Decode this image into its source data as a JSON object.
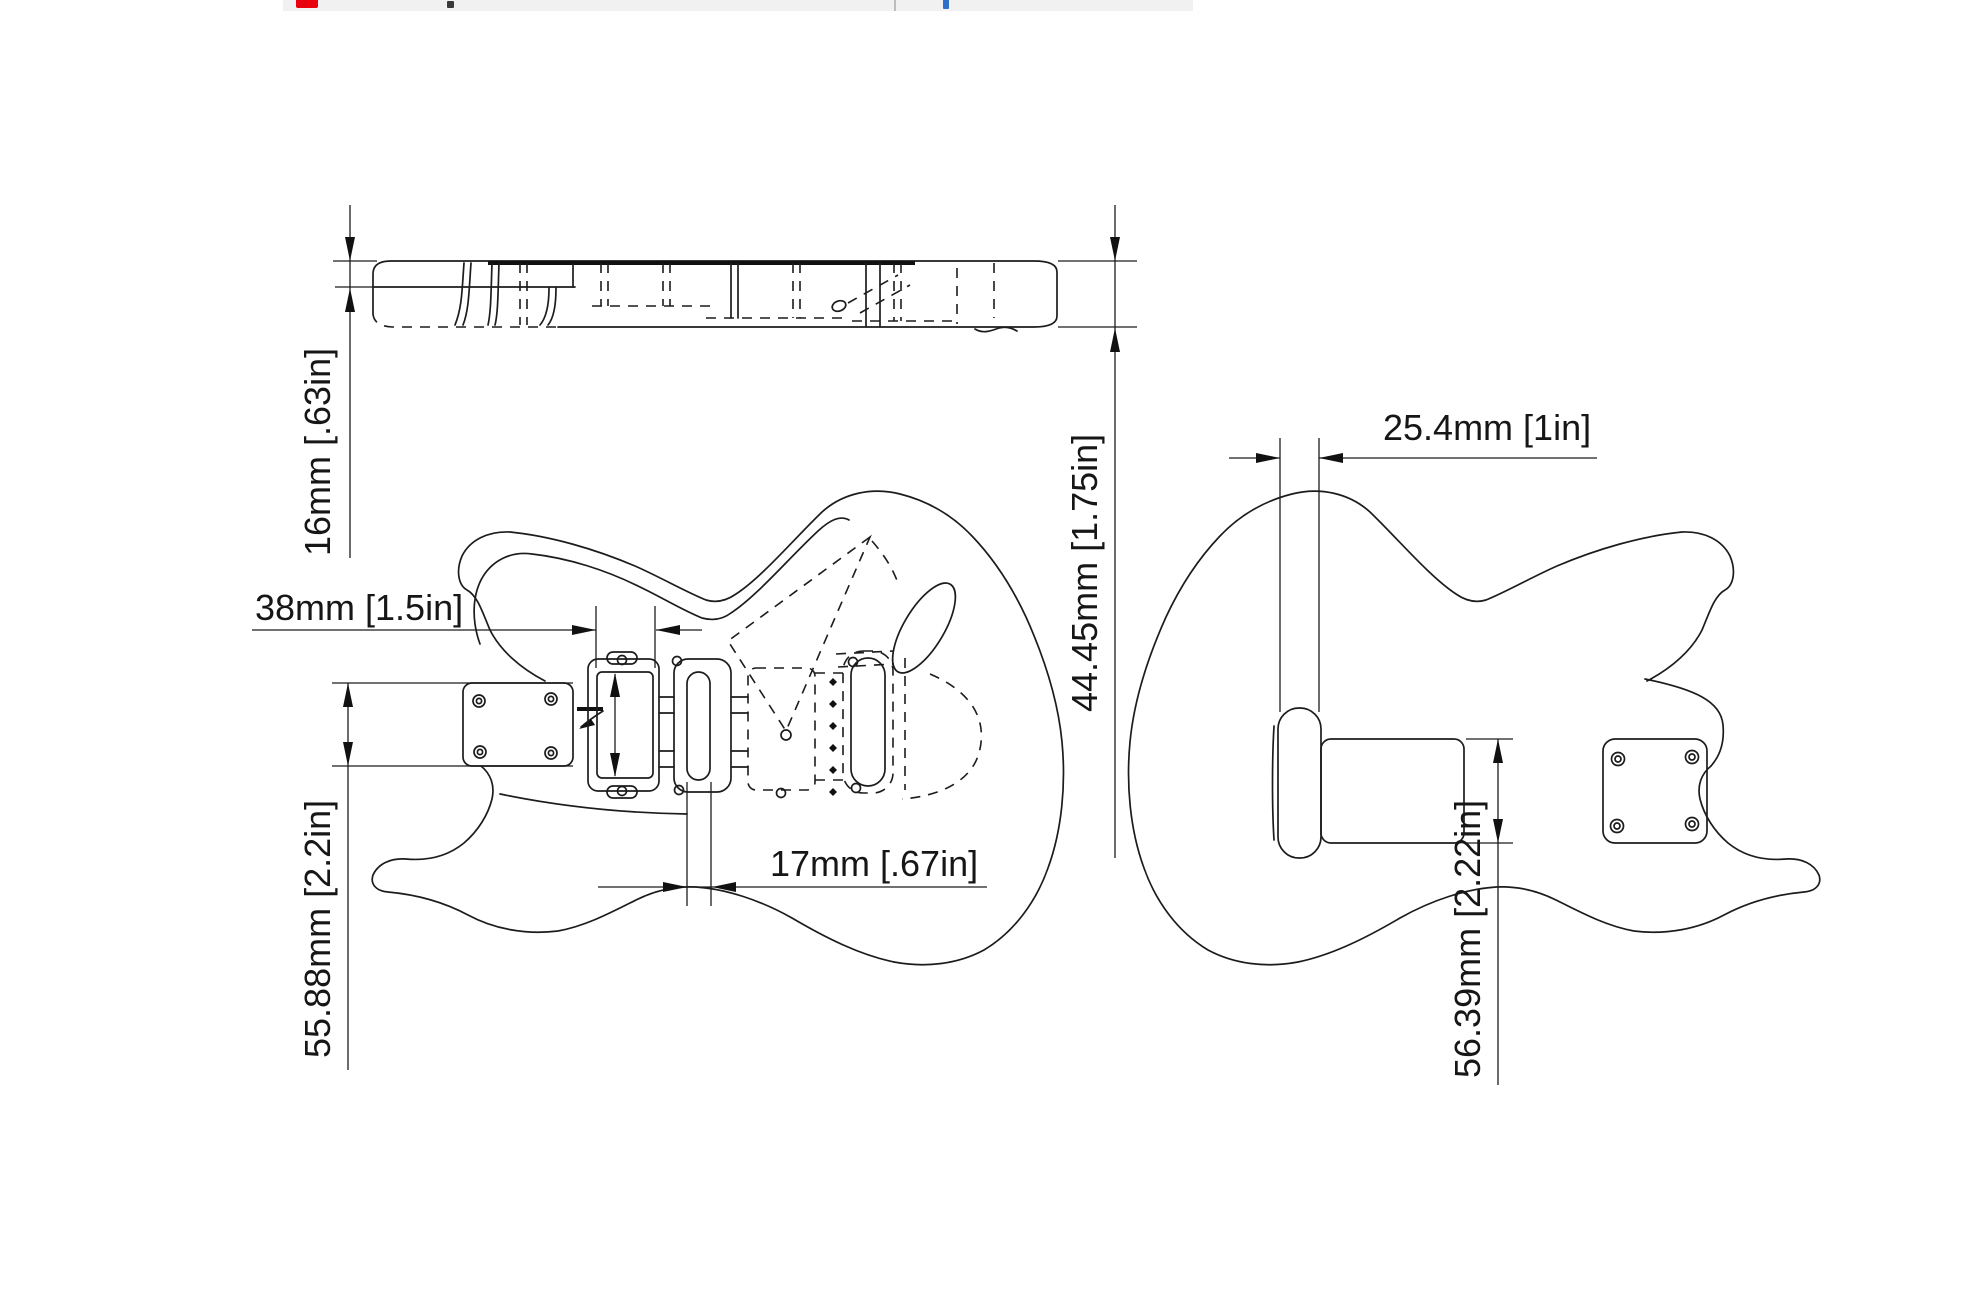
{
  "window": {
    "background_color": "#ffffff",
    "toolbar": {
      "background_color": "#f1f1f1",
      "icons": [
        {
          "name": "red-app-icon",
          "color": "#e8000d"
        },
        {
          "name": "small-dark-icon",
          "color": "#3a3a3a"
        },
        {
          "name": "toolbar-divider",
          "color": "#bdbdbd"
        },
        {
          "name": "blue-bookmark-icon",
          "color": "#2e6fcc"
        }
      ]
    }
  },
  "drawing": {
    "subject": "electric-guitar-body-technical-drawing",
    "views": [
      "side-profile-view",
      "front-view",
      "back-view"
    ],
    "line_color": "#1c1c1c",
    "dimensions": {
      "top_edge_thickness": {
        "label": "16mm [.63in]",
        "mm": 16,
        "inches": 0.63
      },
      "humbucker_route_width": {
        "label": "38mm [1.5in]",
        "mm": 38,
        "inches": 1.5
      },
      "neck_pocket_height": {
        "label": "55.88mm [2.2in]",
        "mm": 55.88,
        "inches": 2.2
      },
      "single_coil_route_width": {
        "label": "17mm [.67in]",
        "mm": 17,
        "inches": 0.67
      },
      "body_thickness": {
        "label": "44.45mm [1.75in]",
        "mm": 44.45,
        "inches": 1.75
      },
      "trem_block_route_width": {
        "label": "25.4mm [1in]",
        "mm": 25.4,
        "inches": 1
      },
      "spring_cavity_height": {
        "label": "56.39mm [2.22in]",
        "mm": 56.39,
        "inches": 2.22
      }
    }
  }
}
